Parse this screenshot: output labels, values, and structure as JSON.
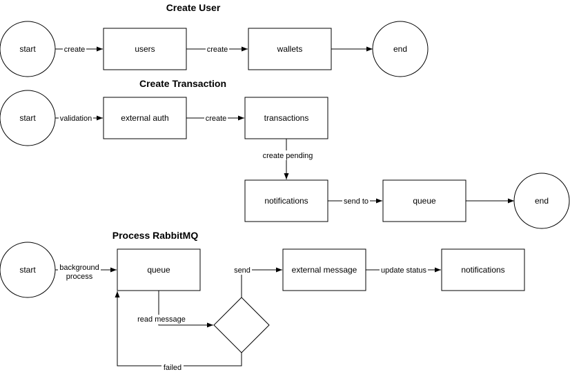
{
  "sections": {
    "create_user": {
      "title": "Create User",
      "nodes": {
        "start": "start",
        "users": "users",
        "wallets": "wallets",
        "end": "end"
      },
      "edges": {
        "start_users": "create",
        "users_wallets": "create"
      }
    },
    "create_transaction": {
      "title": "Create Transaction",
      "nodes": {
        "start": "start",
        "external_auth": "external auth",
        "transactions": "transactions",
        "notifications": "notifications",
        "queue": "queue",
        "end": "end"
      },
      "edges": {
        "start_auth": "validation",
        "auth_transactions": "create",
        "transactions_notifications": "create pending",
        "notifications_queue": "send to"
      }
    },
    "process_rabbitmq": {
      "title": "Process RabbitMQ",
      "nodes": {
        "start": "start",
        "queue": "queue",
        "external_message": "external message",
        "notifications": "notifications"
      },
      "edges": {
        "start_queue_line1": "background",
        "start_queue_line2": "process",
        "decision_send": "send",
        "message_notifications": "update status",
        "queue_decision": "read message",
        "decision_failed": "failed"
      }
    }
  }
}
